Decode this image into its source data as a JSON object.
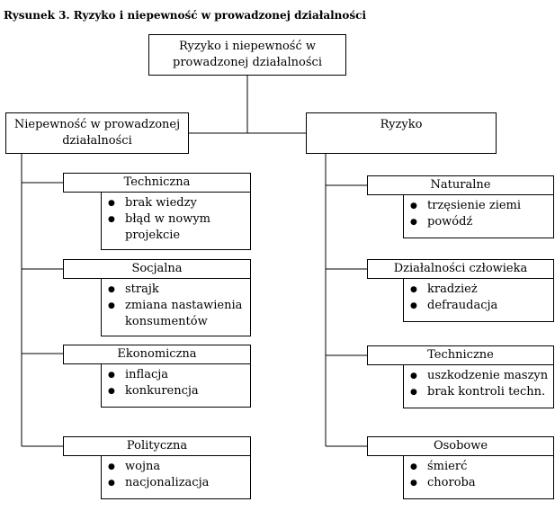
{
  "title": "Rysunek 3. Ryzyko i niepewność w prowadzonej działalności",
  "root": {
    "label_line1": "Ryzyko i niepewność w",
    "label_line2": "prowadzonej działalności"
  },
  "left": {
    "label_line1": "Niepewność w prowadzonej",
    "label_line2": "działalności",
    "groups": [
      {
        "name": "Techniczna",
        "items": [
          "brak wiedzy",
          "błąd w nowym projekcie"
        ]
      },
      {
        "name": "Socjalna",
        "items": [
          "strajk",
          "zmiana nastawienia konsumentów"
        ]
      },
      {
        "name": "Ekonomiczna",
        "items": [
          "inflacja",
          "konkurencja"
        ]
      },
      {
        "name": "Polityczna",
        "items": [
          "wojna",
          "nacjonalizacja"
        ]
      }
    ]
  },
  "right": {
    "label": "Ryzyko",
    "groups": [
      {
        "name": "Naturalne",
        "items": [
          "trzęsienie ziemi",
          "powódź"
        ]
      },
      {
        "name": "Działalności człowieka",
        "items": [
          "kradzież",
          "defraudacja"
        ]
      },
      {
        "name": "Techniczne",
        "items": [
          "uszkodzenie maszyn",
          "brak kontroli techn."
        ]
      },
      {
        "name": "Osobowe",
        "items": [
          "śmierć",
          "choroba"
        ]
      }
    ]
  }
}
